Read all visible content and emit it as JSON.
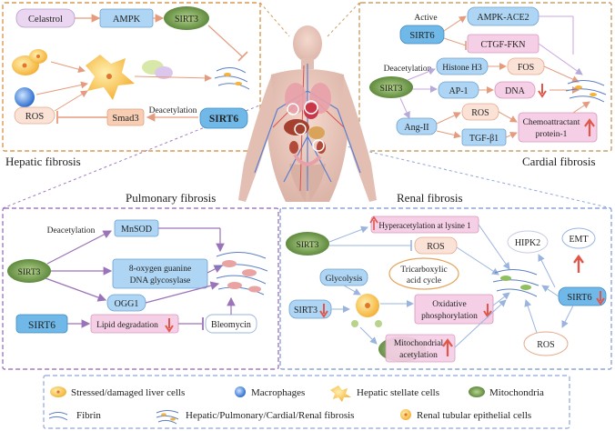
{
  "sections": {
    "hepatic": {
      "title": "Hepatic fibrosis",
      "celastrol": "Celastrol",
      "ampk": "AMPK",
      "sirt3": "SIRT3",
      "ros": "ROS",
      "smad3": "Smad3",
      "deacetylation": "Deacetylation",
      "sirt6": "SIRT6"
    },
    "cardial": {
      "title": "Cardial fibrosis",
      "active": "Active",
      "sirt6": "SIRT6",
      "ampk_ace2": "AMPK-ACE2",
      "ctgf_fkn": "CTGF-FKN",
      "deacetylation": "Deacetylation",
      "histone_h3": "Histone H3",
      "fos": "FOS",
      "sirt3": "SIRT3",
      "ap1": "AP-1",
      "dna": "DNA",
      "ang2": "Ang-II",
      "ros": "ROS",
      "tgfb1": "TGF-β1",
      "chemo_line1": "Chemoattractant",
      "chemo_line2": "protein-1"
    },
    "pulmonary": {
      "title": "Pulmonary fibrosis",
      "deacetylation": "Deacetylation",
      "mnsod": "MnSOD",
      "sirt3": "SIRT3",
      "ogg_line1": "8-oxygen guanine",
      "ogg_line2": "DNA glycosylase",
      "ogg1": "OGG1",
      "sirt6": "SIRT6",
      "lipid": "Lipid degradation",
      "bleomycin": "Bleomycin"
    },
    "renal": {
      "title": "Renal fibrosis",
      "hyperacetylation": "Hyperacetylation at lysine 1",
      "sirt3_top": "SIRT3",
      "ros_top": "ROS",
      "glycolysis": "Glycolysis",
      "tca_line1": "Tricarboxylic",
      "tca_line2": "acid cycle",
      "sirt3_mid": "SIRT3",
      "oxphos_line1": "Oxidative",
      "oxphos_line2": "phosphorylation",
      "mito_line1": "Mitochondrial",
      "mito_line2": "acetylation",
      "hipk2": "HIPK2",
      "emt": "EMT",
      "sirt6": "SIRT6",
      "ros_bottom": "ROS"
    }
  },
  "legend": {
    "stressed": "Stressed/damaged liver cells",
    "macrophages": "Macrophages",
    "stellate": "Hepatic stellate cells",
    "mitochondria": "Mitochondria",
    "fibrin": "Fibrin",
    "fibrosis": "Hepatic/Pulmonary/Cardial/Renal fibrosis",
    "renal_cells": "Renal tubular epithelial cells"
  },
  "colors": {
    "hepatic_border": "#d99a50",
    "cardial_border": "#c9a06a",
    "pulmonary_border": "#a37bbf",
    "renal_border": "#8fa6dc",
    "sirt_fill": "#6fb8e8",
    "pink_fill": "#f5cfe6",
    "orange_fill": "#f7cdb4",
    "green_mito": "#7aa35a",
    "red_arrow": "#e0574a",
    "purple_line": "#9b73b8",
    "lavender_line": "#b7a9d9"
  }
}
